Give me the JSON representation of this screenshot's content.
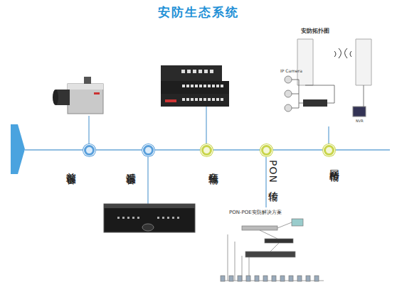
{
  "diagram": {
    "title": "安防生态系统",
    "nodes": [
      {
        "text": [
          "前端设备"
        ]
      },
      {
        "text": [
          "后端设备"
        ]
      },
      {
        "text": [
          "有线传输"
        ]
      },
      {
        "text": [
          "PON传输"
        ]
      },
      {
        "text": [
          "网桥传输"
        ]
      }
    ],
    "edges": [
      {
        "from": 0,
        "to": 1,
        "arrow": "none"
      },
      {
        "from": 1,
        "to": 2,
        "arrow": "none"
      },
      {
        "from": 2,
        "to": 3,
        "arrow": "none"
      },
      {
        "from": 3,
        "to": 4,
        "arrow": "none"
      }
    ],
    "labels": [
      "安防拓扑图",
      "IP Camera",
      "NVR",
      "PON-POE安防解决方案"
    ]
  }
}
